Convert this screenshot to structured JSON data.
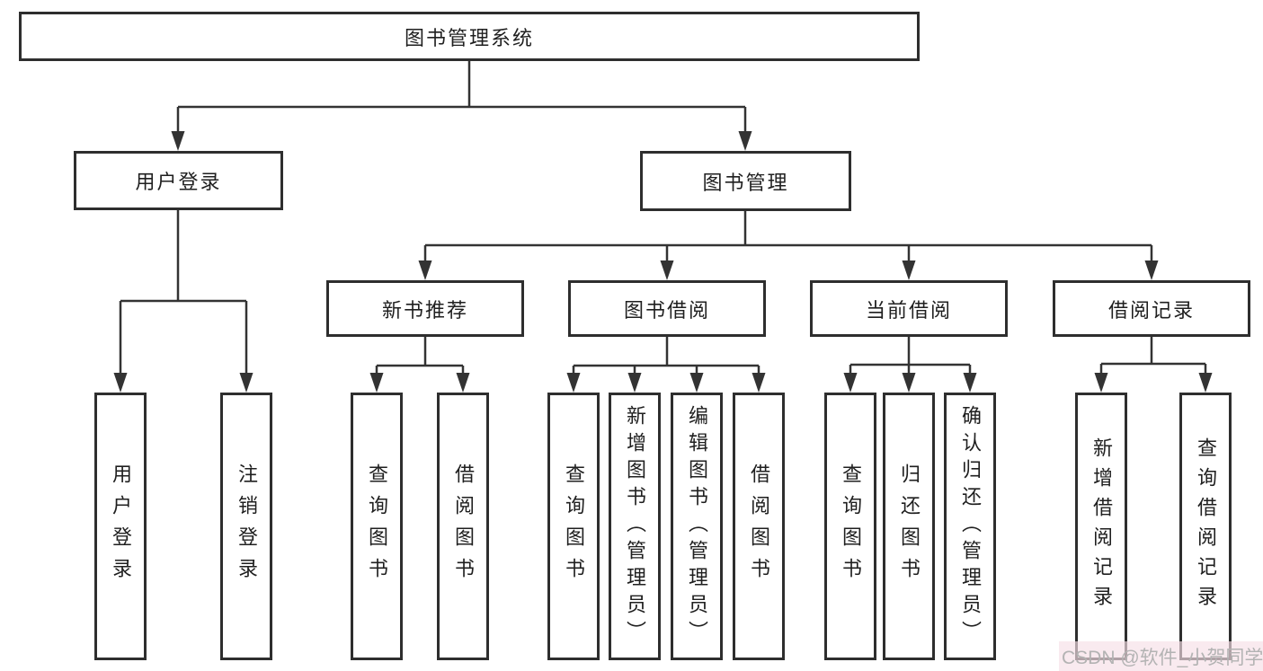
{
  "diagram": {
    "root": {
      "label": "图书管理系统"
    },
    "level2": [
      {
        "label": "用户登录",
        "children": [
          {
            "label": "用户登录"
          },
          {
            "label": "注销登录"
          }
        ]
      },
      {
        "label": "图书管理",
        "sections": [
          {
            "label": "新书推荐",
            "children": [
              {
                "label": "查询图书"
              },
              {
                "label": "借阅图书"
              }
            ]
          },
          {
            "label": "图书借阅",
            "children": [
              {
                "label": "查询图书"
              },
              {
                "label": "新增图书（管理员）"
              },
              {
                "label": "编辑图书（管理员）"
              },
              {
                "label": "借阅图书"
              }
            ]
          },
          {
            "label": "当前借阅",
            "children": [
              {
                "label": "查询图书"
              },
              {
                "label": "归还图书"
              },
              {
                "label": "确认归还（管理员）"
              }
            ]
          },
          {
            "label": "借阅记录",
            "children": [
              {
                "label": "新增借阅记录"
              },
              {
                "label": "查询借阅记录"
              }
            ]
          }
        ]
      }
    ]
  },
  "watermark": {
    "text": "CSDN @软件_小贺同学"
  },
  "colors": {
    "line": "#333333",
    "box_border": "#2e2e2e",
    "text": "#1f1f1f",
    "watermark_text": "#b3b3b3",
    "watermark_bg": "#f6dfe7"
  }
}
